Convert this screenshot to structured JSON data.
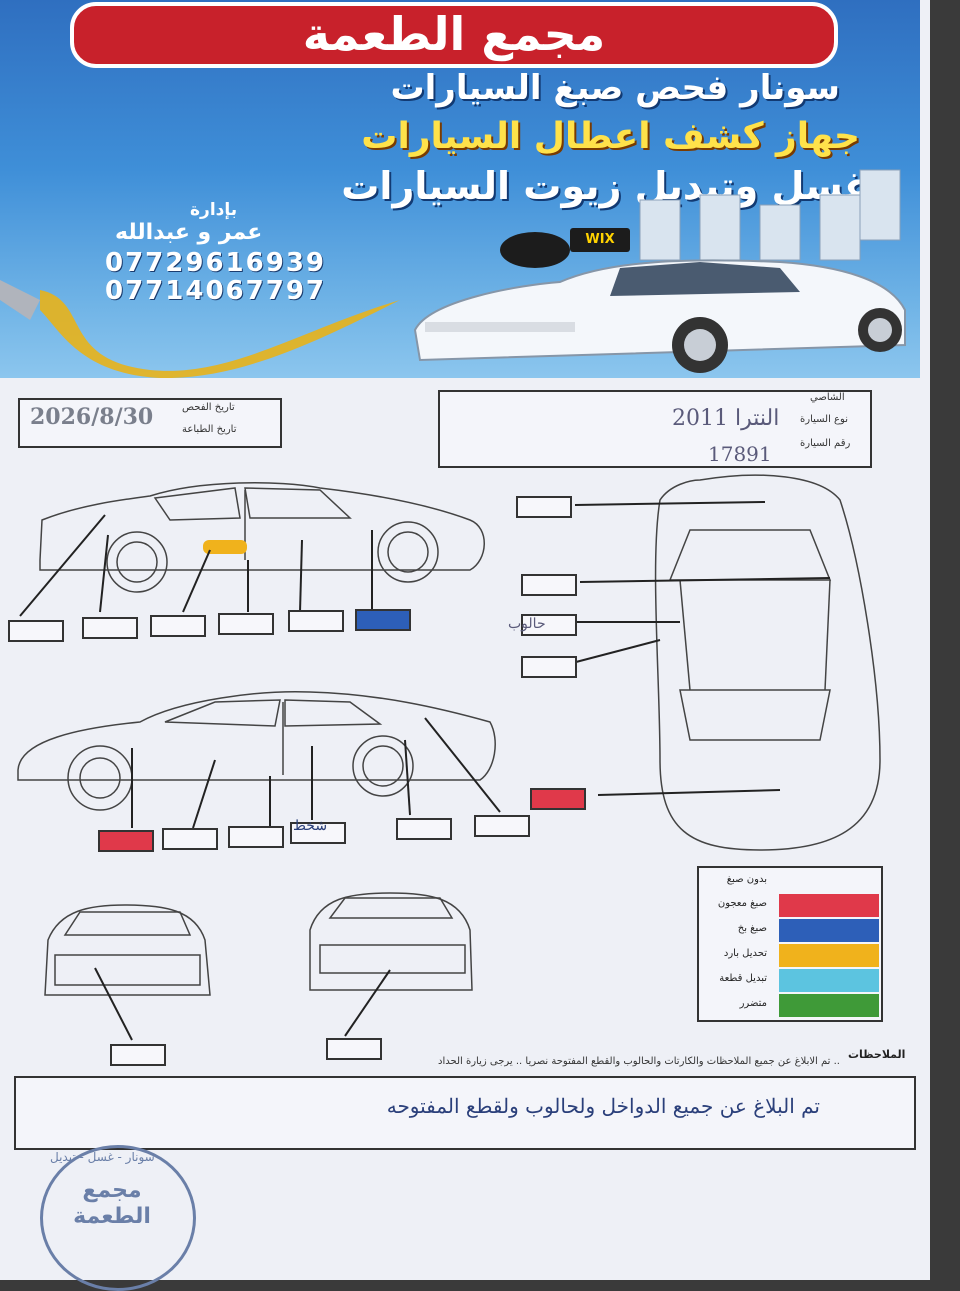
{
  "header": {
    "title": "مجمع الطعمة",
    "line1": "سونار فحص صبغ السيارات",
    "line2": "جهاز كشف اعطال السيارات",
    "line3": "غسل وتبديل زيوت السيارات",
    "management": "بإدارة",
    "owner": "عمر و عبدالله",
    "phone1": "07729616939",
    "phone2": "07714067797",
    "filter_brand": "WIX"
  },
  "dates": {
    "inspection_label": "تاريخ الفحص",
    "print_label": "تاريخ الطباعة",
    "inspection_value": "2026/8/30"
  },
  "vehicle": {
    "chassis_label": "الشاصي",
    "type_label": "نوع السيارة",
    "number_label": "رقم السيارة",
    "type_value": "النترا 2011",
    "number_value": "17891"
  },
  "handwritten": {
    "halloub": "حالوب",
    "scratch": "شخط"
  },
  "legend": [
    {
      "name": "بدون صبغ",
      "color": "#f4f5fa"
    },
    {
      "name": "صبغ معجون",
      "color": "#e0394a"
    },
    {
      "name": "صبغ بخ",
      "color": "#2d5fb8"
    },
    {
      "name": "تحديل بارد",
      "color": "#f0b21c"
    },
    {
      "name": "تبديل قطعة",
      "color": "#5cc4e0"
    },
    {
      "name": "متضرر",
      "color": "#3f9a38"
    }
  ],
  "notes": {
    "label": "الملاحظات",
    "printed1": "تم الابلاغ عن جميع الملاحظات والكارتات والحالوب والقطع المفتوحة نصريا .. يرجى زيارة الحداد ..",
    "handwritten": "تم البلاغ عن جميع الدواخل ولحالوب ولقطع المفتوحه"
  },
  "stamp": {
    "text": "مجمع الطعمة",
    "ring": "سونار - غسل - تبديل"
  }
}
